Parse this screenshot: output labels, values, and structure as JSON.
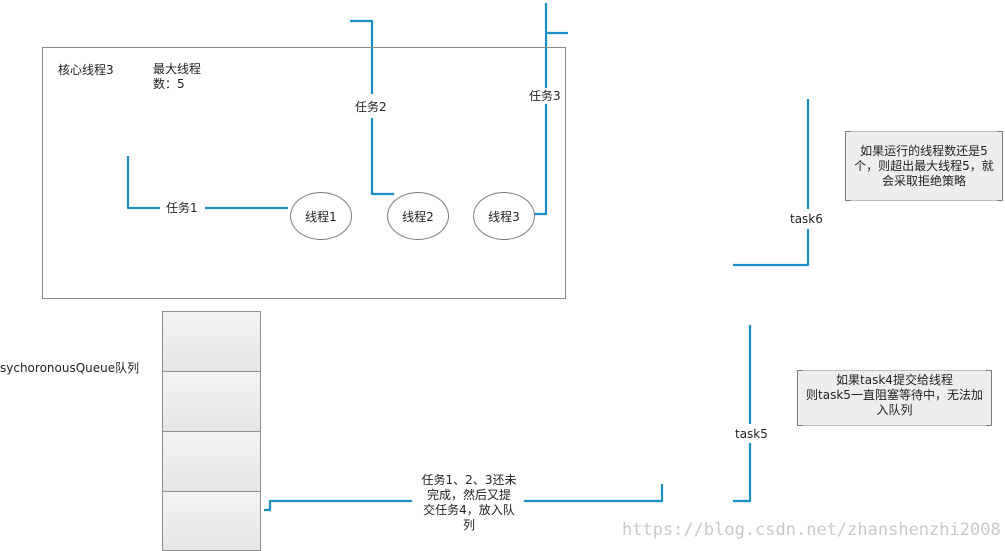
{
  "pool": {
    "core_label": "核心线程3",
    "max_label_line1": "最大线程",
    "max_label_line2": "数：5"
  },
  "threads": [
    "线程1",
    "线程2",
    "线程3"
  ],
  "tasks": {
    "task1": "任务1",
    "task2": "任务2",
    "task3": "任务3",
    "task5": "task5",
    "task6": "task6"
  },
  "queue": {
    "label": "sychoronousQueue队列"
  },
  "submit_note": [
    "任务1、2、3还未",
    "完成，然后又提",
    "交任务4，放入队",
    "列"
  ],
  "notes": {
    "reject": [
      "如果运行的线程数还是5",
      "个，则超出最大线程5，就",
      "会采取拒绝策略"
    ],
    "block": [
      "如果task4提交给线程",
      "则task5一直阻塞等待中，无法加",
      "入队列"
    ]
  },
  "watermark": "https://blog.csdn.net/zhanshenzhi2008",
  "colors": {
    "connector": "#1b8fc4",
    "note_bg": "#eeeeee"
  }
}
